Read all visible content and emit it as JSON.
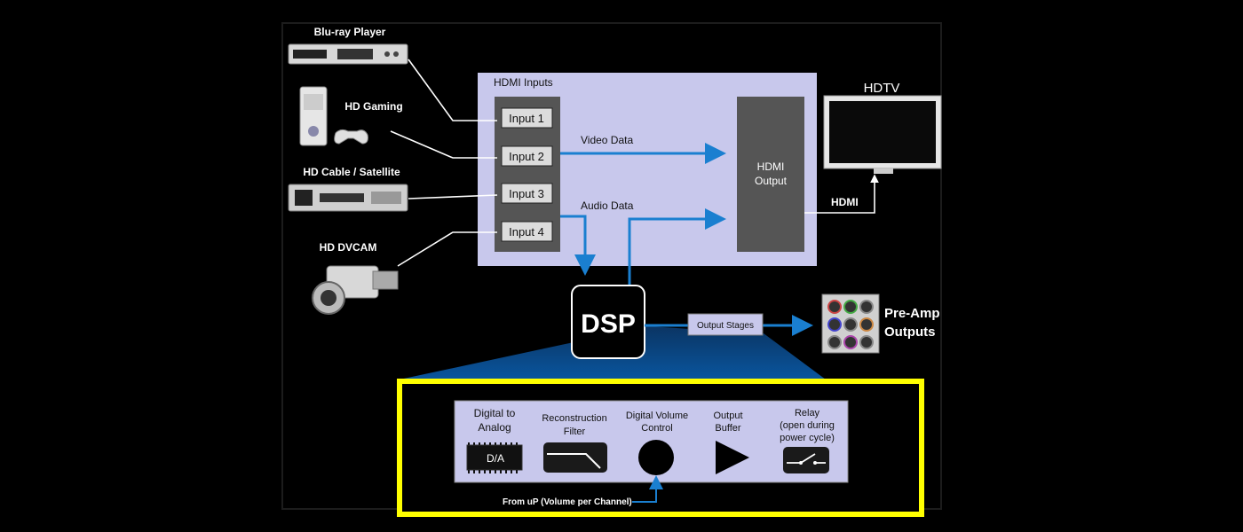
{
  "sources": {
    "bluray": "Blu-ray Player",
    "gaming": "HD Gaming",
    "cable": "HD Cable / Satellite",
    "dvcam": "HD DVCAM"
  },
  "hdmi_inputs": {
    "title": "HDMI Inputs",
    "inputs": [
      "Input 1",
      "Input 2",
      "Input 3",
      "Input 4"
    ]
  },
  "flows": {
    "video": "Video Data",
    "audio": "Audio Data",
    "hdmi_link": "HDMI"
  },
  "hdmi_output": {
    "line1": "HDMI",
    "line2": "Output"
  },
  "hdtv": "HDTV",
  "dsp": "DSP",
  "output_stages": "Output Stages",
  "preamp": {
    "line1": "Pre-Amp",
    "line2": "Outputs"
  },
  "stages": {
    "dac": {
      "line1": "Digital to",
      "line2": "Analog",
      "chip": "D/A"
    },
    "filter": {
      "line1": "Reconstruction",
      "line2": "Filter"
    },
    "volume": {
      "line1": "Digital Volume",
      "line2": "Control"
    },
    "buffer": {
      "line1": "Output",
      "line2": "Buffer"
    },
    "relay": {
      "line1": "Relay",
      "line2": "(open during",
      "line3": "power cycle)"
    }
  },
  "from_up": "From uP (Volume per Channel)",
  "colors": {
    "panel": "#c8c8ec",
    "flow": "#1a7fd0",
    "highlight": "#ffff00",
    "block": "#555555"
  }
}
